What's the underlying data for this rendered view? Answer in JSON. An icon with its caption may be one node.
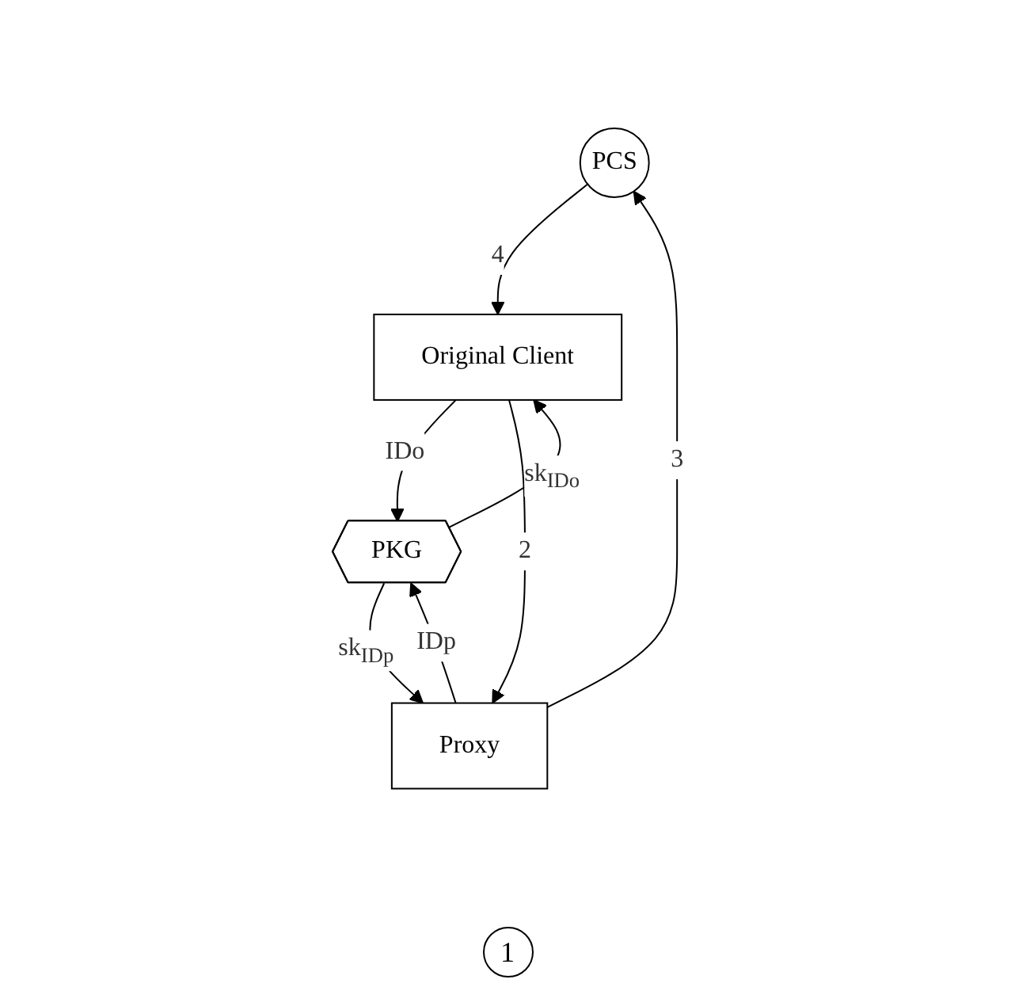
{
  "diagram": {
    "nodes": [
      {
        "text": [
          "PCS"
        ]
      },
      {
        "text": [
          "PKG"
        ]
      },
      {
        "text": [
          "Proxy"
        ]
      },
      {
        "text": [
          "Original Client"
        ]
      }
    ],
    "edges": [
      {
        "from": 2,
        "to": 0,
        "arrow": "to",
        "label": "3"
      },
      {
        "from": 0,
        "to": 3,
        "arrow": "to",
        "label": "4"
      },
      {
        "from": 2,
        "to": 1,
        "arrow": "to",
        "label": "IDp"
      },
      {
        "from": 1,
        "to": 2,
        "arrow": "to",
        "label": "sk$_{IDp}$"
      },
      {
        "from": 3,
        "to": 1,
        "arrow": "to",
        "label": "IDo"
      },
      {
        "from": 1,
        "to": 3,
        "arrow": "to",
        "label": "sk$_{IDo}$"
      },
      {
        "from": 3,
        "to": 2,
        "arrow": "to",
        "label": "2"
      }
    ],
    "labels": [
      "1"
    ]
  }
}
